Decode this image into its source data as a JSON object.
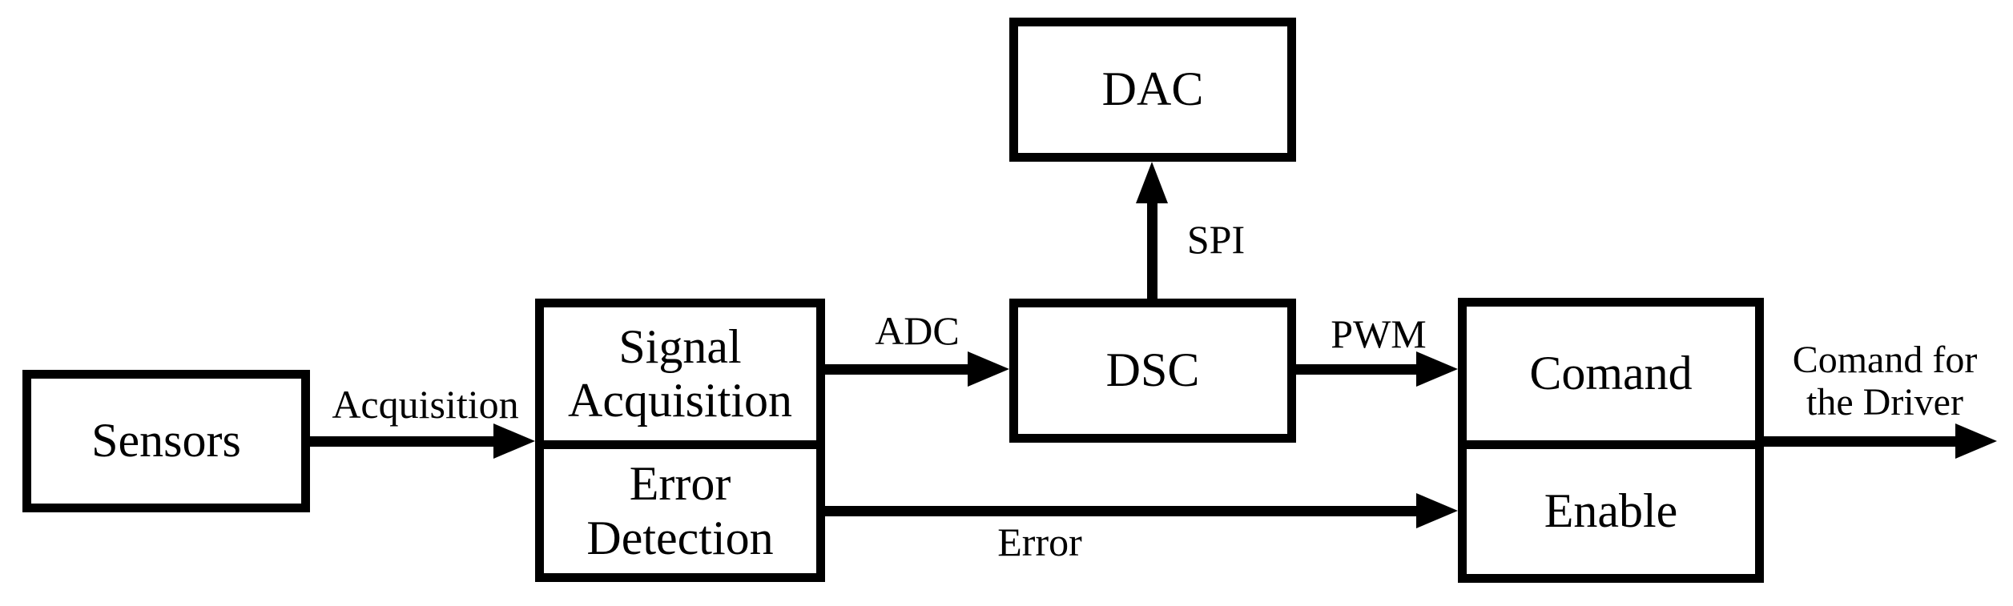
{
  "diagram": {
    "colors": {
      "stroke": "#000000",
      "background": "#ffffff"
    },
    "boxes": {
      "sensors": "Sensors",
      "signal_acquisition": "Signal Acquisition",
      "error_detection": "Error Detection",
      "dac": "DAC",
      "dsc": "DSC",
      "comand": "Comand",
      "enable": "Enable"
    },
    "labels": {
      "acquisition": "Acquisition",
      "adc": "ADC",
      "spi": "SPI",
      "pwm": "PWM",
      "error": "Error",
      "output": "Comand for the Driver"
    }
  }
}
